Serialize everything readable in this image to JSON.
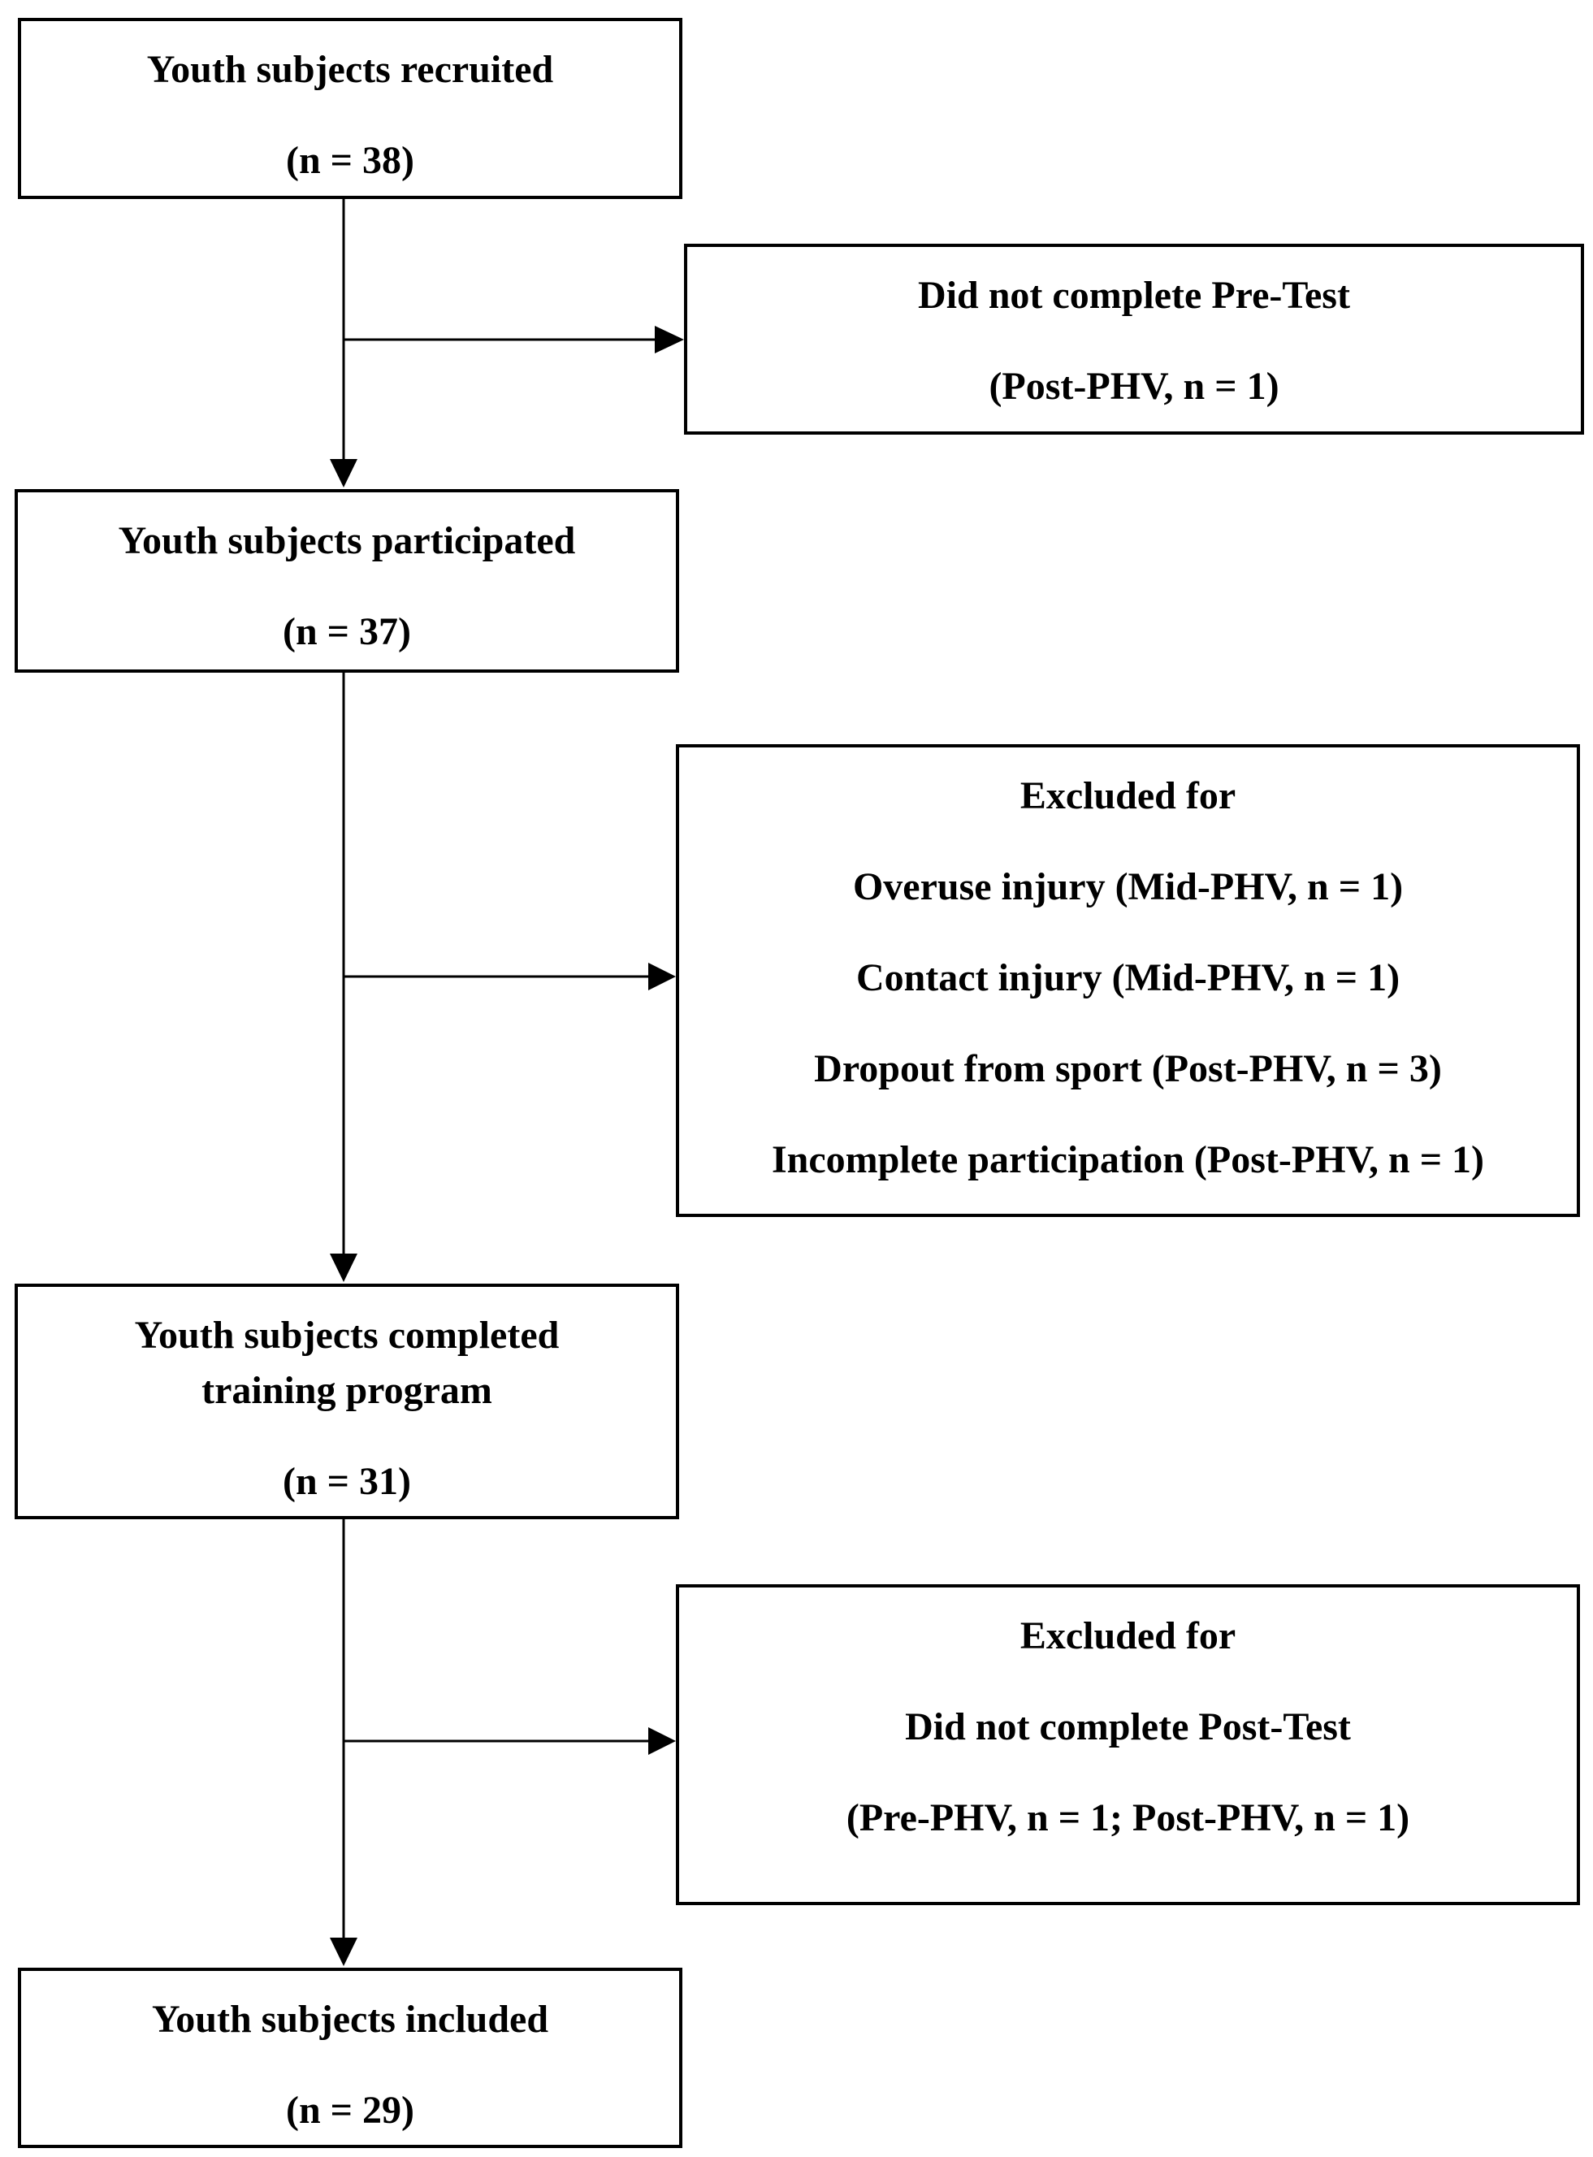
{
  "boxes": {
    "recruited": {
      "title": "Youth subjects recruited",
      "count": "(n = 38)"
    },
    "excluded_pretest": {
      "title": "Did not complete Pre-Test",
      "detail": "(Post-PHV, n = 1)"
    },
    "participated": {
      "title": "Youth subjects participated",
      "count": "(n = 37)"
    },
    "excluded_training": {
      "title": "Excluded for",
      "reasons": [
        "Overuse injury (Mid-PHV, n = 1)",
        "Contact injury (Mid-PHV, n = 1)",
        "Dropout from sport (Post-PHV, n = 3)",
        "Incomplete participation (Post-PHV, n = 1)"
      ]
    },
    "completed": {
      "title_line1": "Youth subjects completed",
      "title_line2": "training program",
      "count": "(n = 31)"
    },
    "excluded_posttest": {
      "title": "Excluded for",
      "reason": "Did not complete Post-Test",
      "detail": "(Pre-PHV, n = 1; Post-PHV, n = 1)"
    },
    "included": {
      "title": "Youth subjects included",
      "count": "(n = 29)"
    }
  }
}
